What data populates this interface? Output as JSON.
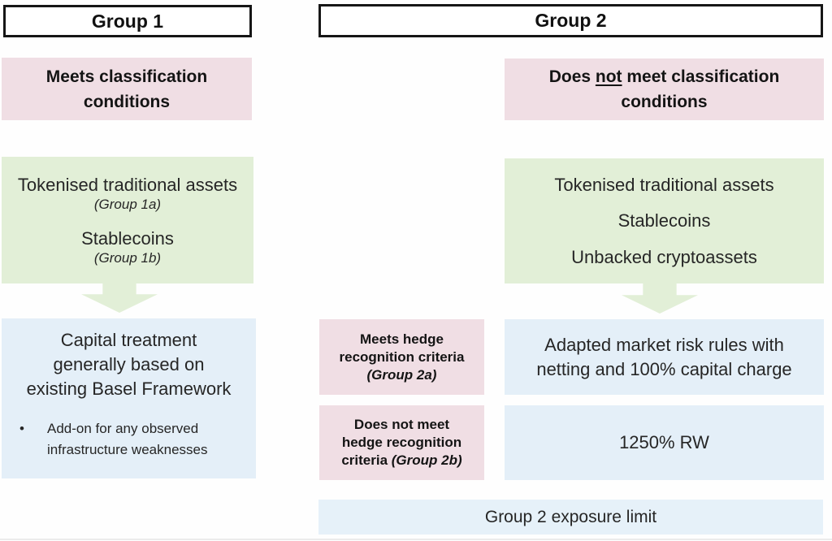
{
  "colors": {
    "pink": "#f0dee4",
    "green": "#e2efd7",
    "blue": "#e4eff8",
    "header_border": "#161616",
    "text": "#1f1f1f"
  },
  "headers": {
    "group1": "Group 1",
    "group2": "Group 2"
  },
  "group1": {
    "condition_lines": [
      "Meets classification",
      "conditions"
    ],
    "assets": [
      {
        "name": "Tokenised traditional assets",
        "sub": "(Group 1a)"
      },
      {
        "name": "Stablecoins",
        "sub": "(Group 1b)"
      }
    ],
    "treatment_lines": [
      "Capital treatment",
      "generally based on",
      "existing Basel Framework"
    ],
    "treatment_bullet_marker": "•",
    "treatment_bullet": "Add-on for any observed infrastructure weaknesses"
  },
  "group2": {
    "condition": {
      "pre": "Does ",
      "underlined": "not",
      "post": " meet classification",
      "line2": "conditions"
    },
    "assets": [
      "Tokenised traditional assets",
      "Stablecoins",
      "Unbacked cryptoassets"
    ],
    "hedge_meets_lines": [
      "Meets hedge",
      "recognition criteria"
    ],
    "hedge_meets_sub": "(Group 2a)",
    "hedge_not_lines": [
      "Does not meet",
      "hedge recognition"
    ],
    "hedge_not_line3": {
      "pre": "criteria ",
      "italic": "(Group 2b)"
    },
    "market_risk_lines": [
      "Adapted market risk rules with",
      "netting and 100% capital charge"
    ],
    "rw": "1250% RW",
    "exposure_limit": "Group 2 exposure limit"
  }
}
